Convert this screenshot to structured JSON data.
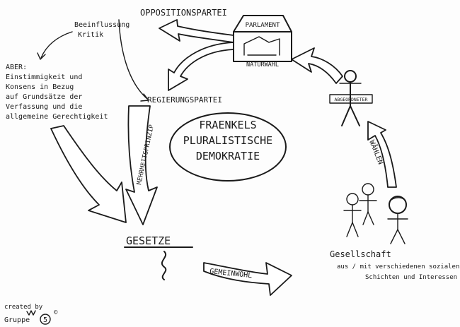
{
  "nodes": {
    "center_line1": "FRAENKELS",
    "center_line2": "PLURALISTISCHE",
    "center_line3": "DEMOKRATIE",
    "opposition": "OPPOSITIONSPARTEI",
    "parlament": "PARLAMENT",
    "natur_wahl": "NATURWAHL",
    "regierung": "REGIERUNGSPARTEI",
    "abgeordneter": "ABGEORDNETER",
    "gesetze": "GESETZE",
    "gemeinwohl": "GEMEINWOHL",
    "mehrheit": "MEHRHEITSPRINZIP",
    "waehlen": "WÄHLEN",
    "beeinflussung_1": "Beeinflussung",
    "beeinflussung_2": "Kritik",
    "aber_1": "ABER:",
    "aber_2": "Einstimmigkeit und",
    "aber_3": "Konsens in Bezug",
    "aber_4": "auf Grundsätze der",
    "aber_5": "Verfassung und die",
    "aber_6": "allgemeine Gerechtigkeit",
    "gesellschaft_1": "Gesellschaft",
    "gesellschaft_2": "aus / mit verschiedenen sozialen",
    "gesellschaft_3": "Schichten und Interessen",
    "credit_1": "created by",
    "credit_2": "Gruppe",
    "credit_num": "5",
    "credit_mark": "©"
  }
}
